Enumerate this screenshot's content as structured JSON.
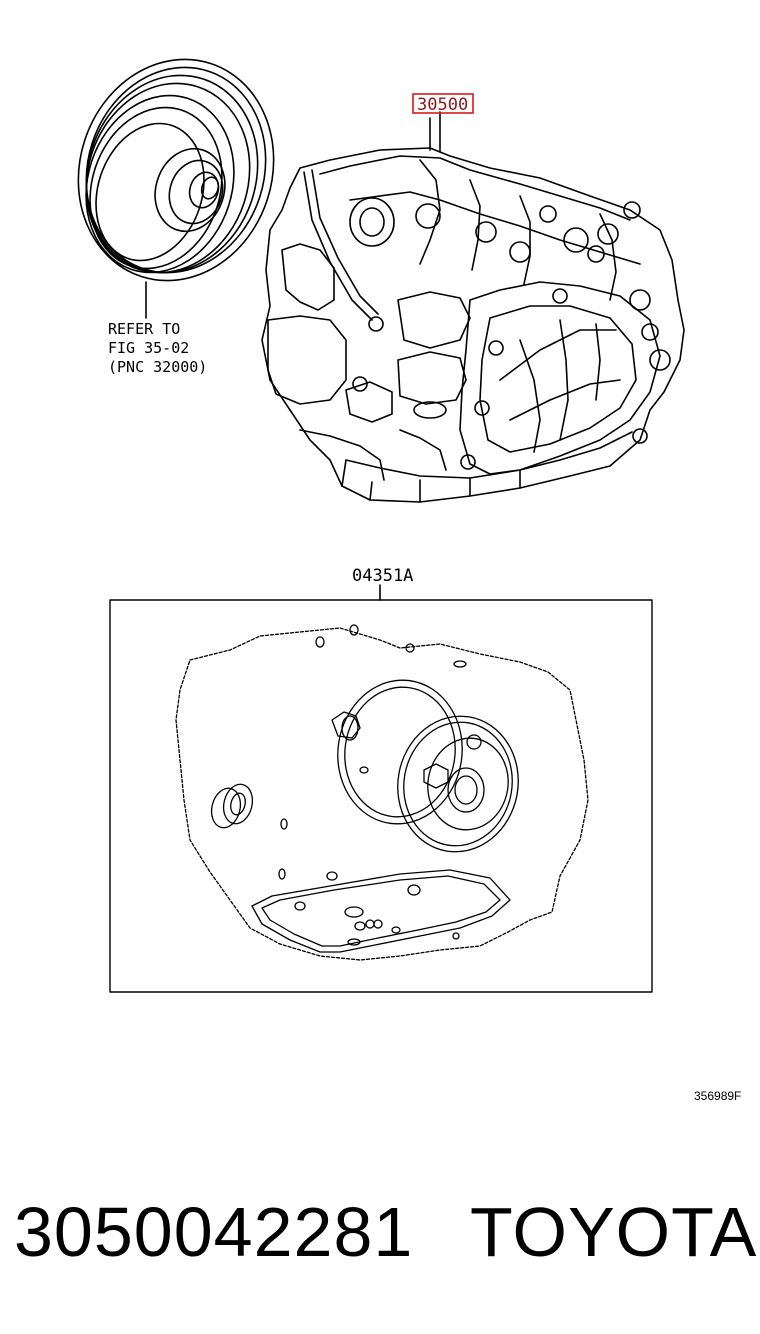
{
  "callouts": {
    "main_part": "30500",
    "gasket_kit": "04351A",
    "refer_line1": "REFER TO",
    "refer_line2": "FIG 35-02",
    "refer_line3": "(PNC 32000)"
  },
  "figure_id": "356989F",
  "footer": {
    "part_number": "3050042281",
    "brand": "TOYOTA"
  },
  "colors": {
    "ink": "#000000",
    "highlight": "#d81b1b"
  }
}
